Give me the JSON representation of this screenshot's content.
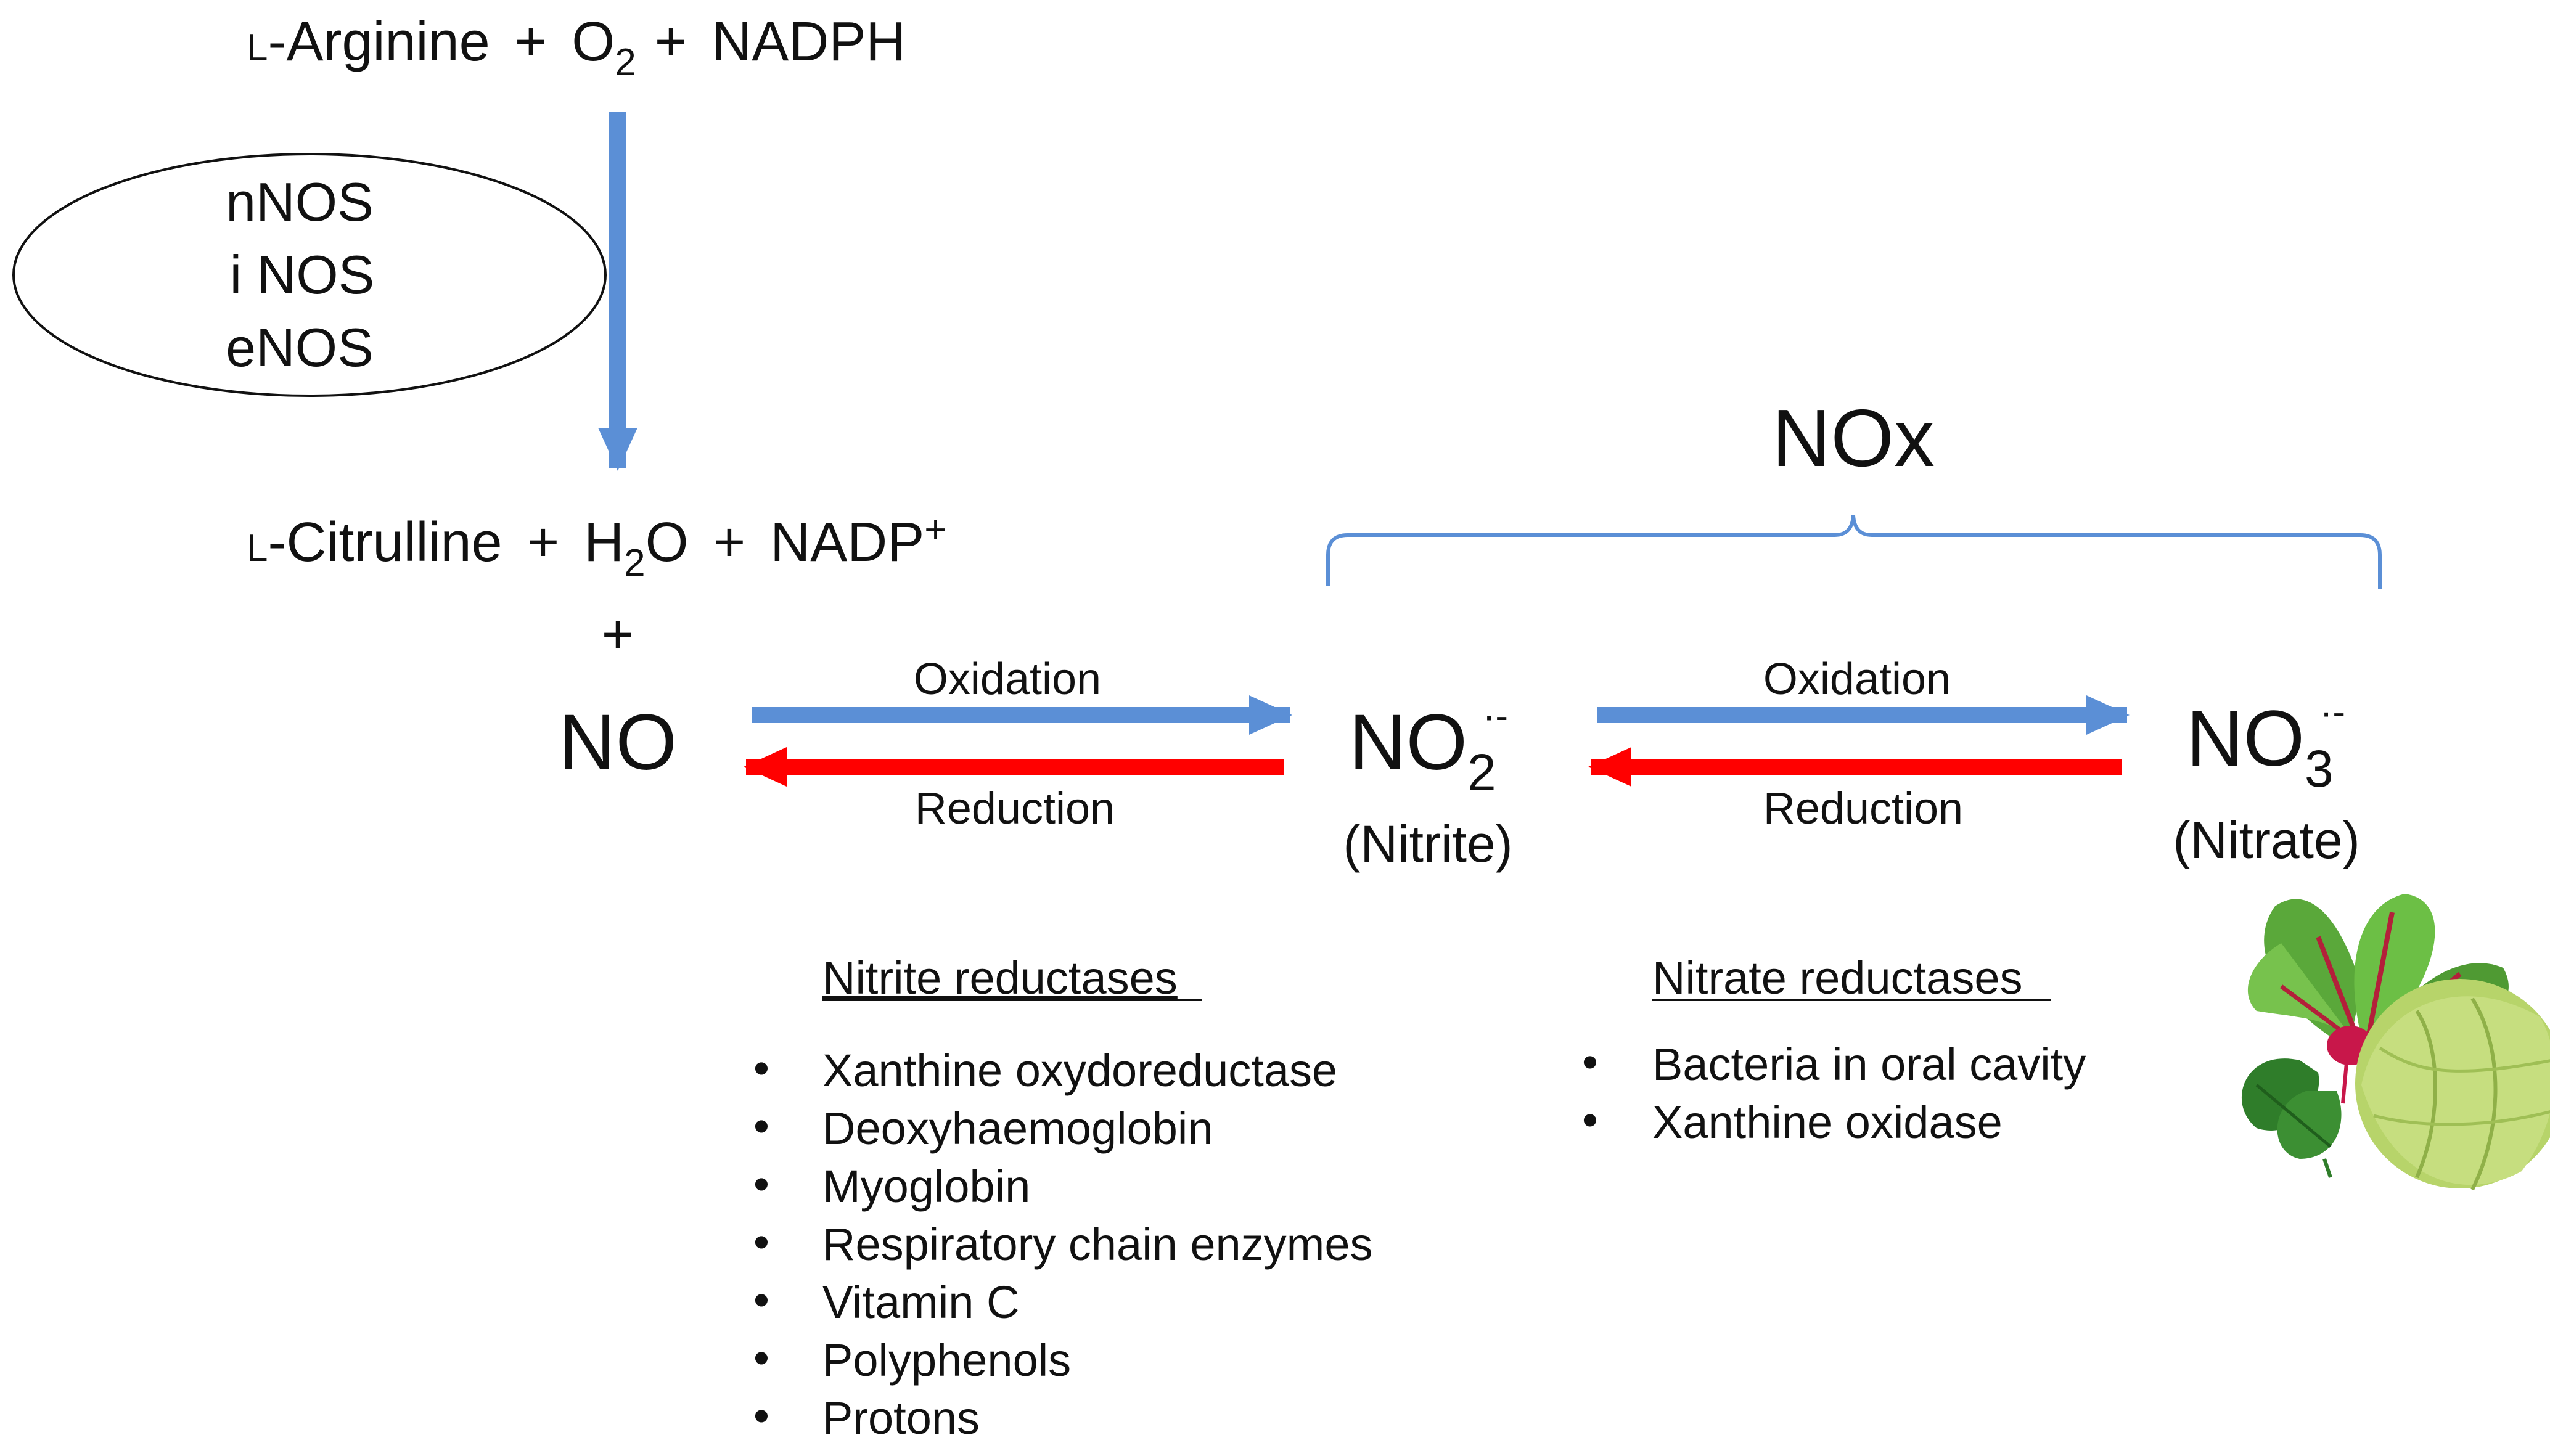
{
  "colors": {
    "oxidation_arrow": "#5b8fd6",
    "reduction_arrow": "#ff0000",
    "bracket": "#5b8fd6",
    "text": "#111111"
  },
  "reaction": {
    "substrates": {
      "arginine": {
        "prefix": "L",
        "name": "-Arginine"
      },
      "plus": "+",
      "o2": {
        "base": "O",
        "sub": "2"
      },
      "nadph": "NADPH"
    },
    "enzymes": [
      "nNOS",
      "i NOS",
      "eNOS"
    ],
    "products": {
      "citrulline": {
        "prefix": "L",
        "name": "-Citrulline"
      },
      "plus": "+",
      "h2o": {
        "h": "H",
        "sub": "2",
        "o": "O"
      },
      "nadp": {
        "base": "NADP",
        "sup": "+"
      },
      "plus_no": "+"
    }
  },
  "species": {
    "no": "NO",
    "nitrite": {
      "base": "NO",
      "sub": "2",
      "charge": "·-",
      "name": "(Nitrite)"
    },
    "nitrate": {
      "base": "NO",
      "sub": "3",
      "charge": "·-",
      "name": "(Nitrate)"
    }
  },
  "nox_label": "NOx",
  "arrows": {
    "oxidation_label": "Oxidation",
    "reduction_label": "Reduction"
  },
  "nitrite_reductases": {
    "title": "Nitrite reductases",
    "items": [
      "Xanthine oxydoreductase",
      "Deoxyhaemoglobin",
      "Myoglobin",
      "Respiratory chain enzymes",
      "Vitamin C",
      "Polyphenols",
      "Protons"
    ]
  },
  "nitrate_reductases": {
    "title": "Nitrate reductases",
    "items": [
      "Bacteria in oral cavity",
      "Xanthine oxidase"
    ]
  },
  "bullet": "•",
  "vegetables_icon": "vegetables-icon"
}
